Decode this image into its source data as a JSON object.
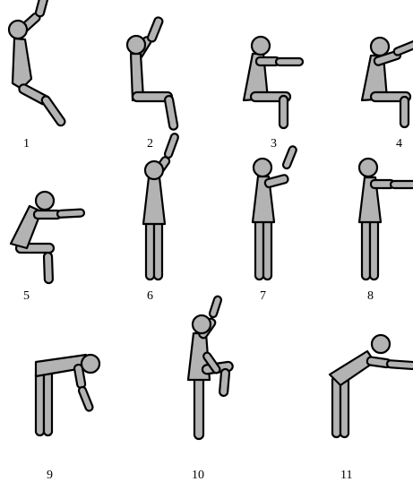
{
  "colors": {
    "figure_fill": "#b3b3b3",
    "outline": "#000000",
    "background": "#ffffff"
  },
  "poses": [
    {
      "id": "pose-1",
      "label": "1",
      "description": "seated lean-back, arms raised"
    },
    {
      "id": "pose-2",
      "label": "2",
      "description": "seated, arms raised overhead"
    },
    {
      "id": "pose-3",
      "label": "3",
      "description": "seated, arms extended forward"
    },
    {
      "id": "pose-4",
      "label": "4",
      "description": "seated, arms forward (cropped)"
    },
    {
      "id": "pose-5",
      "label": "5",
      "description": "squat, arms extended forward"
    },
    {
      "id": "pose-6",
      "label": "6",
      "description": "standing, arms raised overhead"
    },
    {
      "id": "pose-7",
      "label": "7",
      "description": "standing, arms raised diagonally"
    },
    {
      "id": "pose-8",
      "label": "8",
      "description": "standing, arms forward (cropped)"
    },
    {
      "id": "pose-9",
      "label": "9",
      "description": "bent forward at hips"
    },
    {
      "id": "pose-10",
      "label": "10",
      "description": "standing on one leg, knee raised, arms up"
    },
    {
      "id": "pose-11",
      "label": "11",
      "description": "bent forward, arms extended (cropped)"
    }
  ]
}
